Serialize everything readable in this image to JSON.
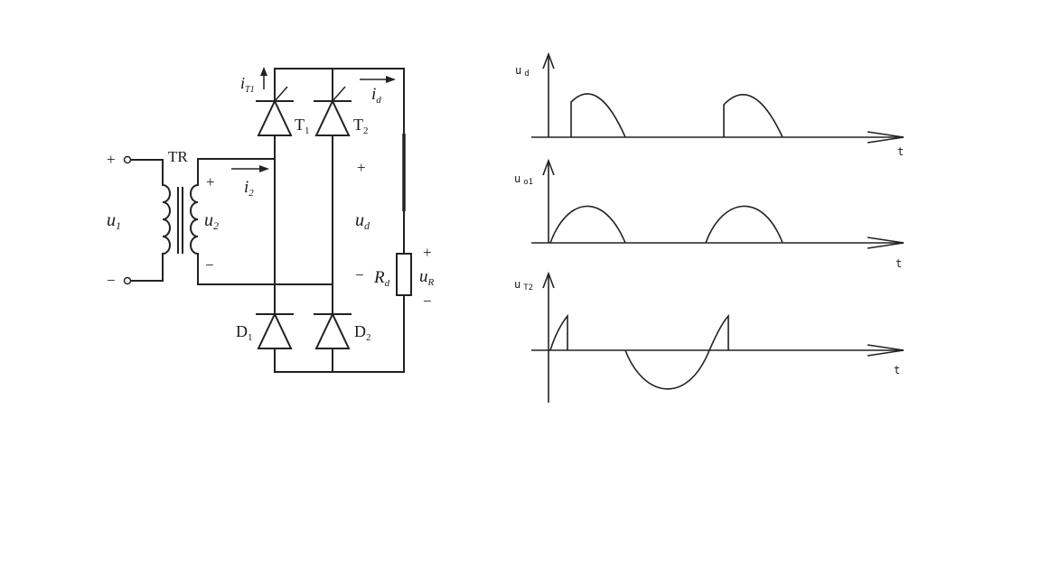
{
  "circuit": {
    "input_plus": "+",
    "input_minus": "−",
    "input_voltage": {
      "main": "u",
      "sub": "1"
    },
    "transformer": "TR",
    "secondary_voltage": {
      "main": "u",
      "sub": "2"
    },
    "secondary_plus": "+",
    "secondary_minus": "−",
    "secondary_current": {
      "main": "i",
      "sub": "2"
    },
    "thyristor_current": {
      "main": "i",
      "sub": "T1"
    },
    "load_current": {
      "main": "i",
      "sub": "d"
    },
    "output_voltage": {
      "main": "u",
      "sub": "d"
    },
    "output_plus": "+",
    "output_minus": "−",
    "resistor": {
      "main": "R",
      "sub": "d"
    },
    "resistor_voltage": {
      "main": "u",
      "sub": "R"
    },
    "resistor_plus": "+",
    "resistor_minus": "−",
    "thyristor_1": {
      "main": "T",
      "sub": "1"
    },
    "thyristor_2": {
      "main": "T",
      "sub": "2"
    },
    "diode_1": {
      "main": "D",
      "sub": "1"
    },
    "diode_2": {
      "main": "D",
      "sub": "2"
    }
  },
  "waveforms": {
    "plot_1": {
      "ylabel_main": "u",
      "ylabel_sub": "d",
      "xlabel": "t"
    },
    "plot_2": {
      "ylabel_main": "u",
      "ylabel_sub": "o1",
      "xlabel": "t"
    },
    "plot_3": {
      "ylabel_main": "u",
      "ylabel_sub": "T2",
      "xlabel": "t"
    }
  }
}
